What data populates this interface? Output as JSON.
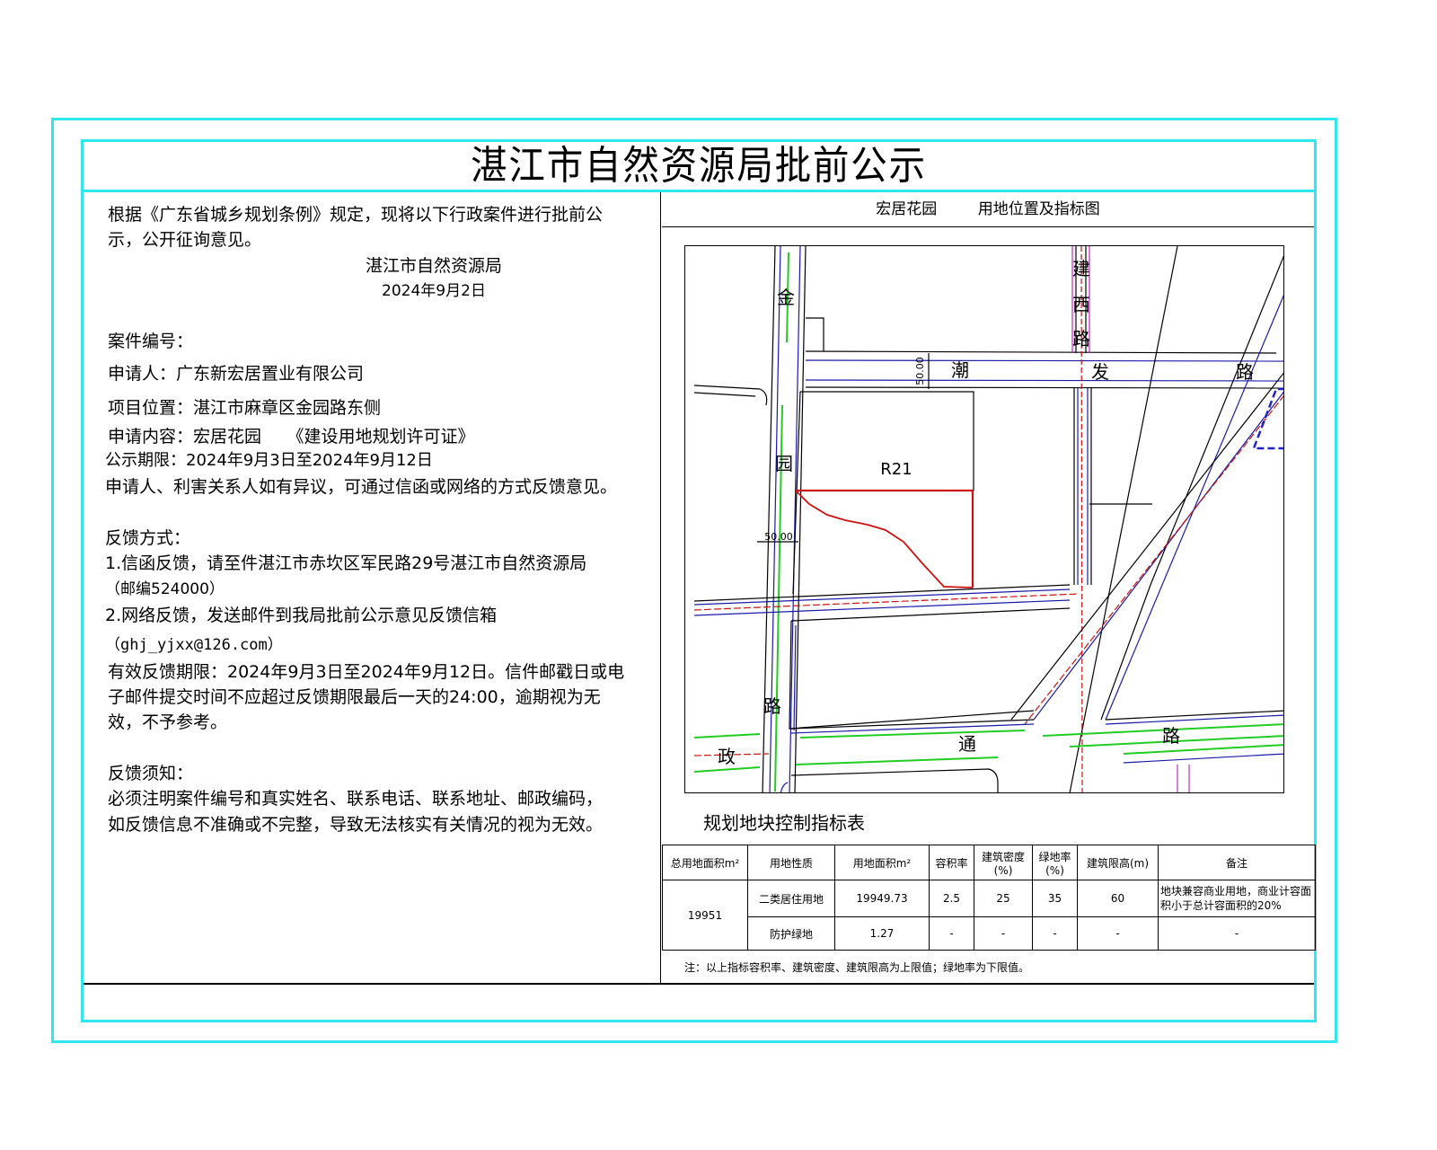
{
  "page_title": "湛江市自然资源局批前公示",
  "notice": {
    "intro_line1": "根据《广东省城乡规划条例》规定，现将以下行政案件进行批前公",
    "intro_line2": "示，公开征询意见。",
    "issuer": "湛江市自然资源局",
    "issue_date": "2024年9月2日",
    "case_no_label": "案件编号：",
    "applicant": "申请人：广东新宏居置业有限公司",
    "location": "项目位置：湛江市麻章区金园路东侧",
    "content": "申请内容：宏居花园　　《建设用地规划许可证》",
    "period": "公示期限：2024年9月3日至2024年9月12日",
    "objection": "申请人、利害关系人如有异议，可通过信函或网络的方式反馈意见。",
    "feedback_heading": "反馈方式：",
    "feedback_1a": "1.信函反馈，请至件湛江市赤坎区军民路29号湛江市自然资源局",
    "feedback_1b": "（邮编524000）",
    "feedback_2a": "2.网络反馈，发送邮件到我局批前公示意见反馈信箱",
    "feedback_2b": "（ghj_yjxx@126.com）",
    "valid_1": "有效反馈期限：2024年9月3日至2024年9月12日。信件邮戳日或电",
    "valid_2": "子邮件提交时间不应超过反馈期限最后一天的24:00，逾期视为无",
    "valid_3": "效，不予参考。",
    "notes_heading": "反馈须知：",
    "notes_1": "必须注明案件编号和真实姓名、联系电话、联系地址、邮政编码，",
    "notes_2": "如反馈信息不准确或不完整，导致无法核实有关情况的视为无效。"
  },
  "map": {
    "project_name": "宏居花园",
    "map_title": "用地位置及指标图",
    "parcel_label": "R21",
    "dimension_1": "50.00",
    "dimension_2": "50.00",
    "roads": {
      "jinyuan": [
        "金",
        "园",
        "路"
      ],
      "jianxi": [
        "建",
        "西",
        "路"
      ],
      "chaofa": [
        "潮",
        "发",
        "路"
      ],
      "zhengtong": [
        "政",
        "通",
        "路"
      ]
    }
  },
  "index_table": {
    "title": "规划地块控制指标表",
    "headers": [
      "总用地面积m²",
      "用地性质",
      "用地面积m²",
      "容积率",
      "建筑密度(%)",
      "绿地率(%)",
      "建筑限高(m)",
      "备注"
    ],
    "total_area": "19951",
    "rows": [
      {
        "nature": "二类居住用地",
        "area": "19949.73",
        "far": "2.5",
        "density": "25",
        "green": "35",
        "height": "60",
        "remark": "地块兼容商业用地，商业计容面积小于总计容面积的20%"
      },
      {
        "nature": "防护绿地",
        "area": "1.27",
        "far": "-",
        "density": "-",
        "green": "-",
        "height": "-",
        "remark": "-"
      }
    ],
    "note": "注：以上指标容积率、建筑密度、建筑限高为上限值；绿地率为下限值。"
  },
  "colors": {
    "frame": "#2ee8ee",
    "road_blue": "#1a1aa8",
    "green_strip": "#22cc22",
    "boundary_red": "#cc1111",
    "magenta": "#cc22cc"
  }
}
